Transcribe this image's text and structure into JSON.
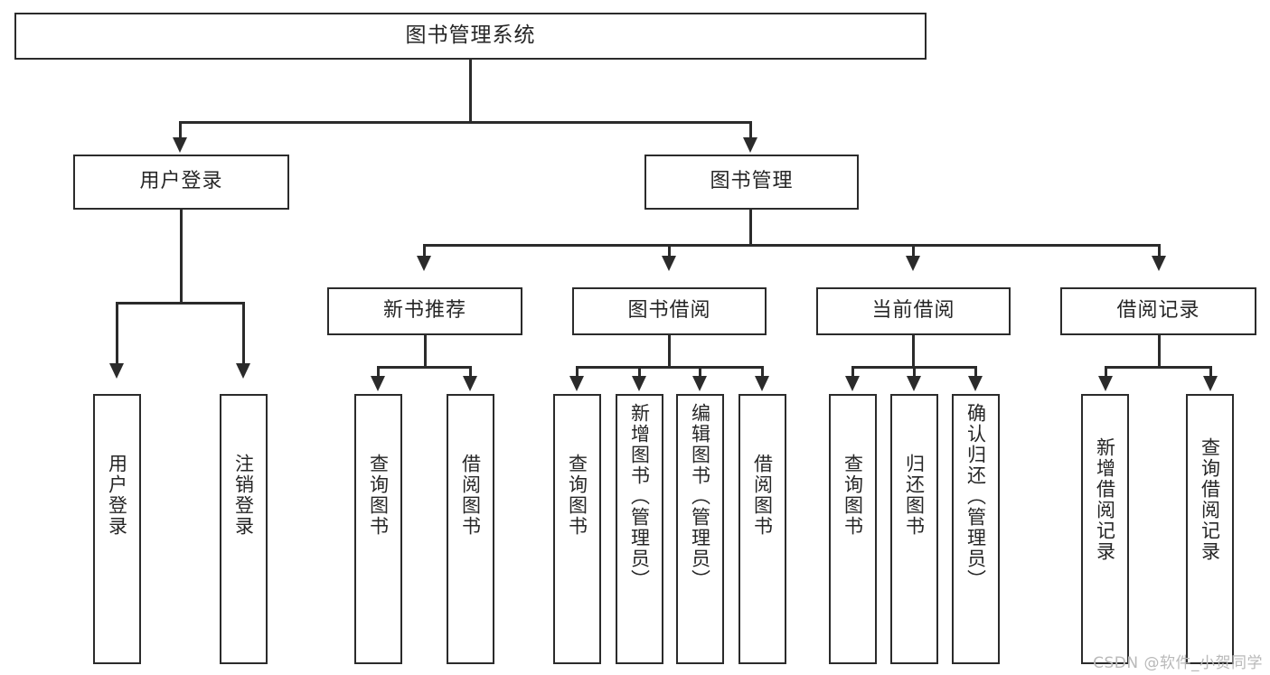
{
  "diagram": {
    "title": "图书管理系统",
    "type": "tree",
    "watermark": "CSDN @软件_小贺同学",
    "colors": {
      "box_border": "#2b2b2b",
      "box_fill": "#ffffff",
      "connector": "#2b2b2b",
      "text": "#262626",
      "watermark": "#b9b9b9",
      "background": "#ffffff"
    },
    "root": {
      "label": "图书管理系统"
    },
    "level2": [
      {
        "label": "用户登录"
      },
      {
        "label": "图书管理"
      }
    ],
    "level3": [
      {
        "label": "新书推荐"
      },
      {
        "label": "图书借阅"
      },
      {
        "label": "当前借阅"
      },
      {
        "label": "借阅记录"
      }
    ],
    "leaves": {
      "user_login": [
        {
          "label": "用户登录"
        },
        {
          "label": "注销登录"
        }
      ],
      "new_book_recommend": [
        {
          "label": "查询图书"
        },
        {
          "label": "借阅图书"
        }
      ],
      "book_borrow": [
        {
          "label": "查询图书"
        },
        {
          "label": "新增图书（管理员）"
        },
        {
          "label": "编辑图书（管理员）"
        },
        {
          "label": "借阅图书"
        }
      ],
      "current_borrow": [
        {
          "label": "查询图书"
        },
        {
          "label": "归还图书"
        },
        {
          "label": "确认归还（管理员）"
        }
      ],
      "borrow_record": [
        {
          "label": "新增借阅记录"
        },
        {
          "label": "查询借阅记录"
        }
      ]
    }
  }
}
